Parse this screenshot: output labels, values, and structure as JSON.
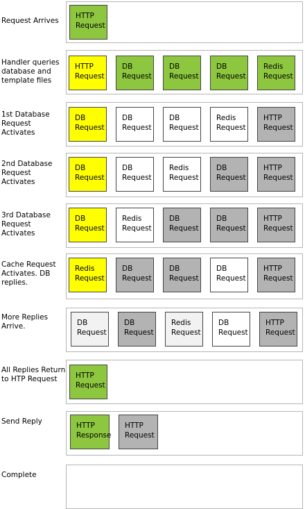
{
  "rows": [
    {
      "label": "Request Arrives"
    },
    {
      "label": "Handler queries database and template files"
    },
    {
      "label": "1st Database Request Activates"
    },
    {
      "label": "2nd Database Request Activates"
    },
    {
      "label": "3rd Database Request Activates"
    },
    {
      "label": "Cache Request Activates. DB replies."
    },
    {
      "label": "More Replies Arrive."
    },
    {
      "label": "All Replies Return to HTP Request"
    },
    {
      "label": "Send Reply"
    },
    {
      "label": "Complete"
    }
  ],
  "boxes": {
    "r1": [
      {
        "l1": "HTTP",
        "l2": "Request"
      }
    ],
    "r2": [
      {
        "l1": "HTTP",
        "l2": "Request"
      },
      {
        "l1": "DB",
        "l2": "Request"
      },
      {
        "l1": "DB",
        "l2": "Request"
      },
      {
        "l1": "DB",
        "l2": "Request"
      },
      {
        "l1": "Redis",
        "l2": "Request"
      }
    ],
    "r3": [
      {
        "l1": "DB",
        "l2": "Request"
      },
      {
        "l1": "DB",
        "l2": "Request"
      },
      {
        "l1": "DB",
        "l2": "Request"
      },
      {
        "l1": "Redis",
        "l2": "Request"
      },
      {
        "l1": "HTTP",
        "l2": "Request"
      }
    ],
    "r4": [
      {
        "l1": "DB",
        "l2": "Request"
      },
      {
        "l1": "DB",
        "l2": "Request"
      },
      {
        "l1": "Redis",
        "l2": "Request"
      },
      {
        "l1": "DB",
        "l2": "Request"
      },
      {
        "l1": "HTTP",
        "l2": "Request"
      }
    ],
    "r5": [
      {
        "l1": "DB",
        "l2": "Request"
      },
      {
        "l1": "Redis",
        "l2": "Request"
      },
      {
        "l1": "DB",
        "l2": "Request"
      },
      {
        "l1": "DB",
        "l2": "Request"
      },
      {
        "l1": "HTTP",
        "l2": "Request"
      }
    ],
    "r6": [
      {
        "l1": "Redis",
        "l2": "Request"
      },
      {
        "l1": "DB",
        "l2": "Request"
      },
      {
        "l1": "DB",
        "l2": "Request"
      },
      {
        "l1": "DB",
        "l2": "Request"
      },
      {
        "l1": "HTTP",
        "l2": "Request"
      }
    ],
    "r7": [
      {
        "l1": "DB",
        "l2": "Request"
      },
      {
        "l1": "DB",
        "l2": "Request"
      },
      {
        "l1": "Redis",
        "l2": "Request"
      },
      {
        "l1": "DB",
        "l2": "Request"
      },
      {
        "l1": "HTTP",
        "l2": "Request"
      }
    ],
    "r8": [
      {
        "l1": "HTTP",
        "l2": "Request"
      }
    ],
    "r9": [
      {
        "l1": "HTTP",
        "l2": "Response"
      },
      {
        "l1": "HTTP",
        "l2": "Request"
      }
    ]
  },
  "colors": {
    "active": "#ffff00",
    "done": "#8dc63f",
    "waiting": "#ffffff",
    "queued": "#b3b3b3",
    "replied": "#f2f2f2"
  }
}
